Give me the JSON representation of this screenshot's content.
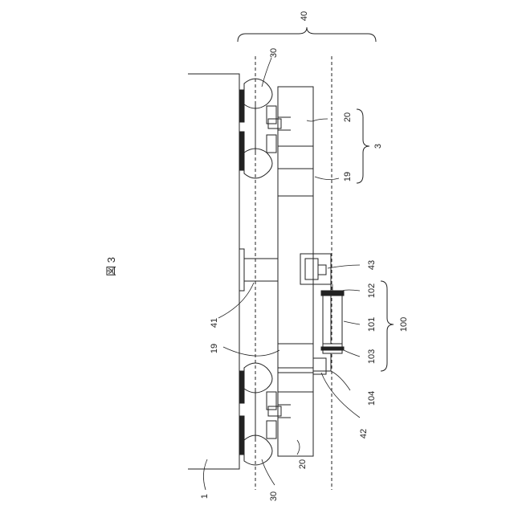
{
  "figure": {
    "label": "図 3"
  },
  "reference_numerals": {
    "n1": "1",
    "n3": "3",
    "n19a": "19",
    "n19b": "19",
    "n20a": "20",
    "n20b": "20",
    "n30a": "30",
    "n30b": "30",
    "n40": "40",
    "n41": "41",
    "n42": "42",
    "n43": "43",
    "n100": "100",
    "n101": "101",
    "n102": "102",
    "n103": "103",
    "n104": "104"
  }
}
